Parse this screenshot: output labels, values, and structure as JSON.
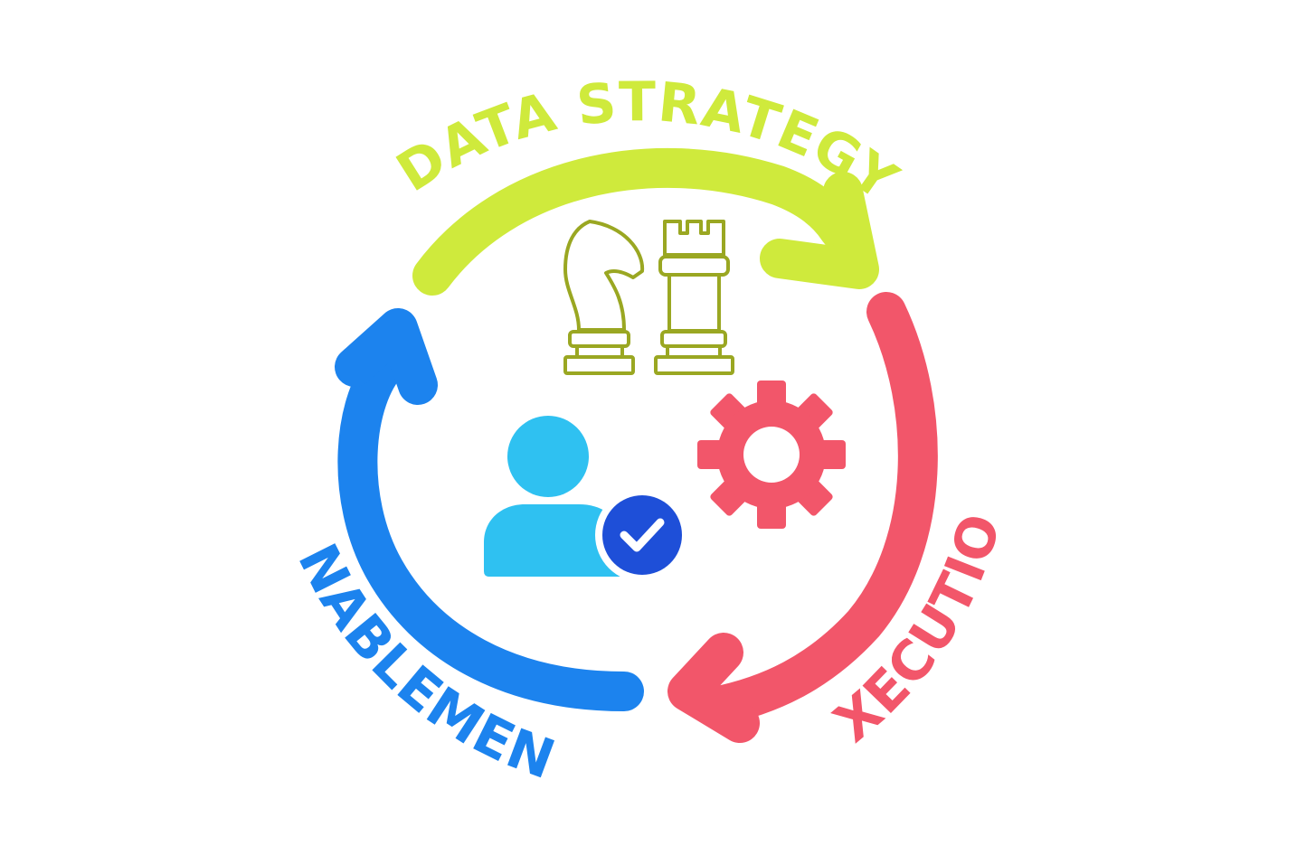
{
  "diagram": {
    "phases": [
      {
        "label": "DATA STRATEGY",
        "color": "#CFEA3C",
        "icon": "chess-pieces-icon"
      },
      {
        "label": "EXECUTION",
        "color": "#F2566A",
        "icon": "gear-icon"
      },
      {
        "label": "ENABLEMENT",
        "color": "#1C83EE",
        "icon": "user-check-icon"
      }
    ],
    "icon_colors": {
      "chess_outline": "#9AA722",
      "user": "#2FC1F1",
      "check_badge": "#1E4FD8"
    }
  }
}
